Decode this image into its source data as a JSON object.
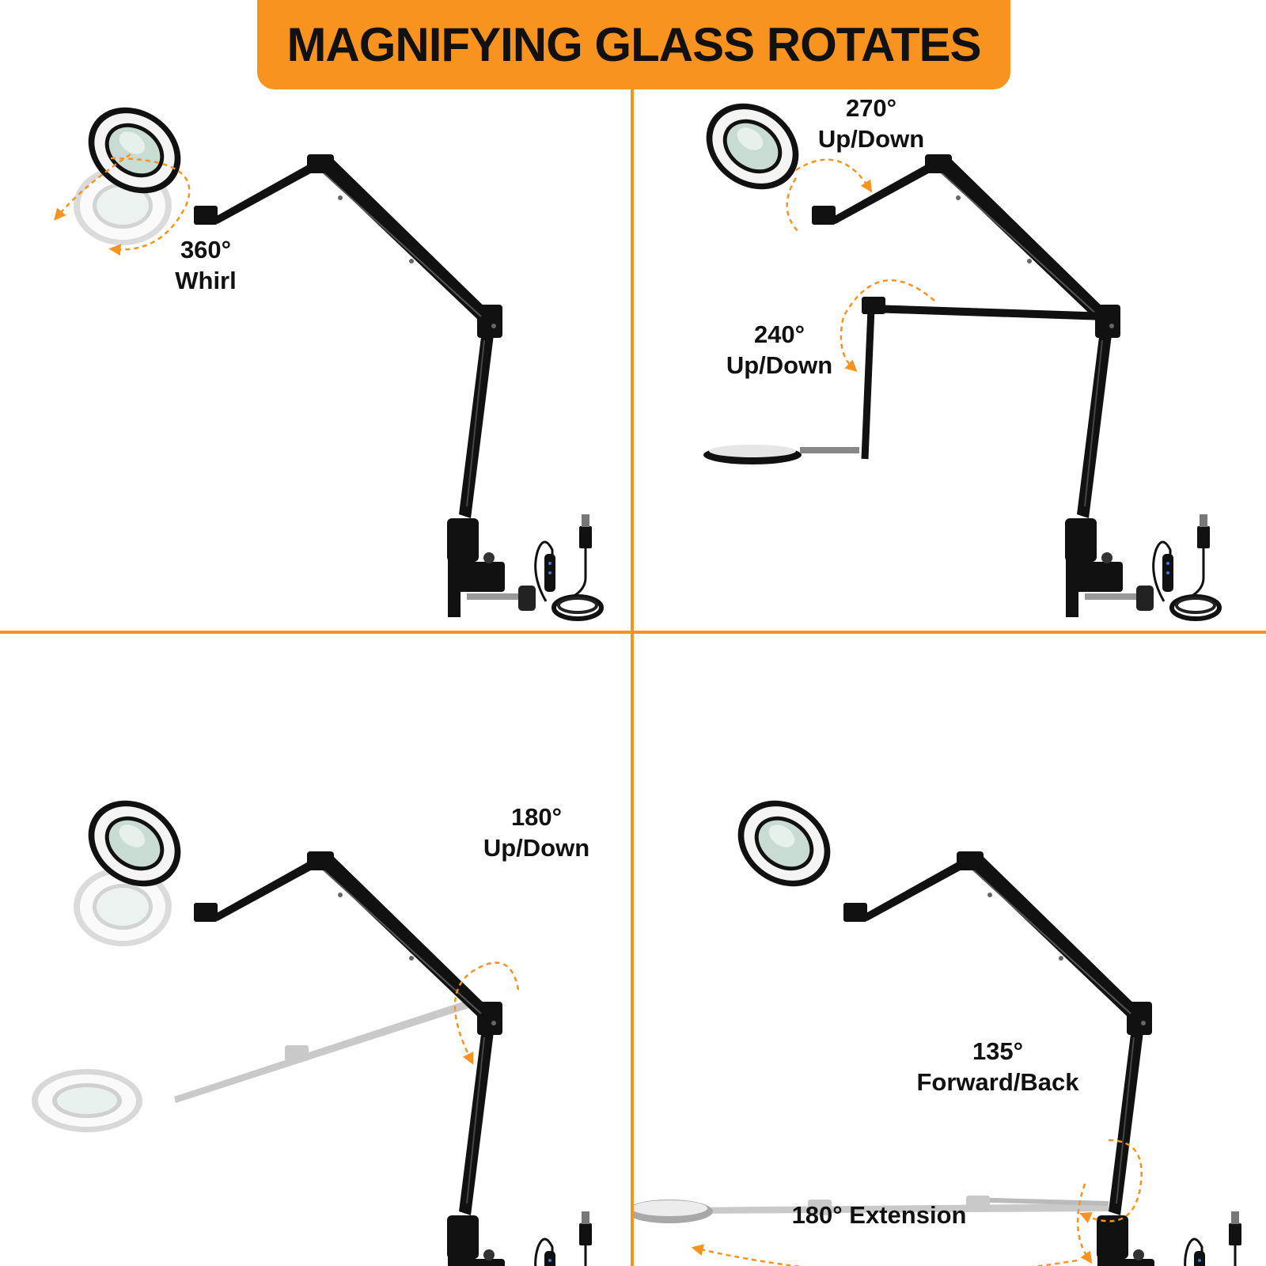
{
  "header": {
    "title": "MAGNIFYING GLASS ROTATES"
  },
  "colors": {
    "accent": "#f7931e",
    "lamp": "#111111",
    "ghost": "#bdbdbd"
  },
  "panels": [
    {
      "name": "whirl",
      "angle": "360°",
      "motion": "Whirl"
    },
    {
      "name": "head-tilt",
      "angle": "270°",
      "motion": "Up/Down",
      "arm_angle": "240°",
      "arm_motion": "Up/Down"
    },
    {
      "name": "arm-tilt",
      "angle": "180°",
      "motion": "Up/Down"
    },
    {
      "name": "extension",
      "angle": "135°",
      "motion": "Forward/Back",
      "extension": "180° Extension"
    }
  ]
}
